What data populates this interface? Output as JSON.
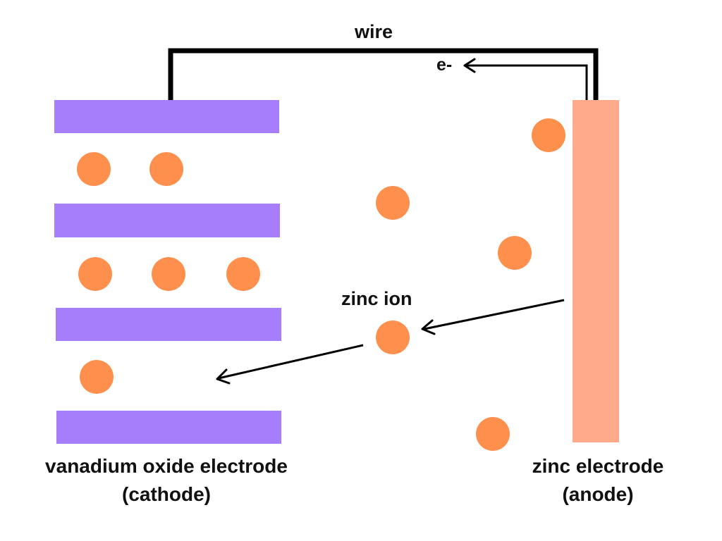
{
  "labels": {
    "wire": "wire",
    "electron": "e-",
    "zinc_ion": "zinc ion",
    "cathode_name": "vanadium oxide electrode",
    "cathode_role": "(cathode)",
    "anode_name": "zinc electrode",
    "anode_role": "(anode)"
  },
  "colors": {
    "cathode_plate": "#a67dfb",
    "zinc_electrode": "#ffab8b",
    "zinc_ion": "#ff8f4d",
    "wire": "#000000",
    "arrow": "#000000"
  },
  "icons": {
    "ion": "orange-circle",
    "arrow": "open-arrowhead"
  }
}
